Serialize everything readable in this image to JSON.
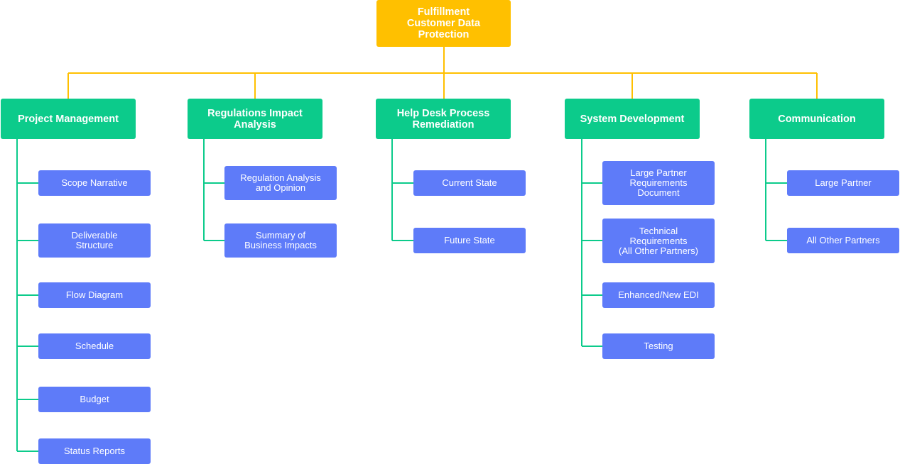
{
  "root": {
    "label": "Fulfillment\nCustomer Data\nProtection"
  },
  "categories": [
    {
      "label": "Project Management",
      "items": [
        "Scope Narrative",
        "Deliverable\nStructure",
        "Flow Diagram",
        "Schedule",
        "Budget",
        "Status Reports"
      ]
    },
    {
      "label": "Regulations Impact\nAnalysis",
      "items": [
        "Regulation Analysis\nand Opinion",
        "Summary of\nBusiness Impacts"
      ]
    },
    {
      "label": "Help Desk Process\nRemediation",
      "items": [
        "Current State",
        "Future State"
      ]
    },
    {
      "label": "System Development",
      "items": [
        "Large Partner\nRequirements\nDocument",
        "Technical\nRequirements\n(All Other Partners)",
        "Enhanced/New EDI",
        "Testing"
      ]
    },
    {
      "label": "Communication",
      "items": [
        "Large Partner",
        "All Other Partners"
      ]
    }
  ],
  "colors": {
    "root": "#ffc000",
    "category": "#0ccb8b",
    "leaf": "#5e7bf9",
    "root_connector": "#ffc000",
    "branch_connector": "#0ccb8b"
  }
}
